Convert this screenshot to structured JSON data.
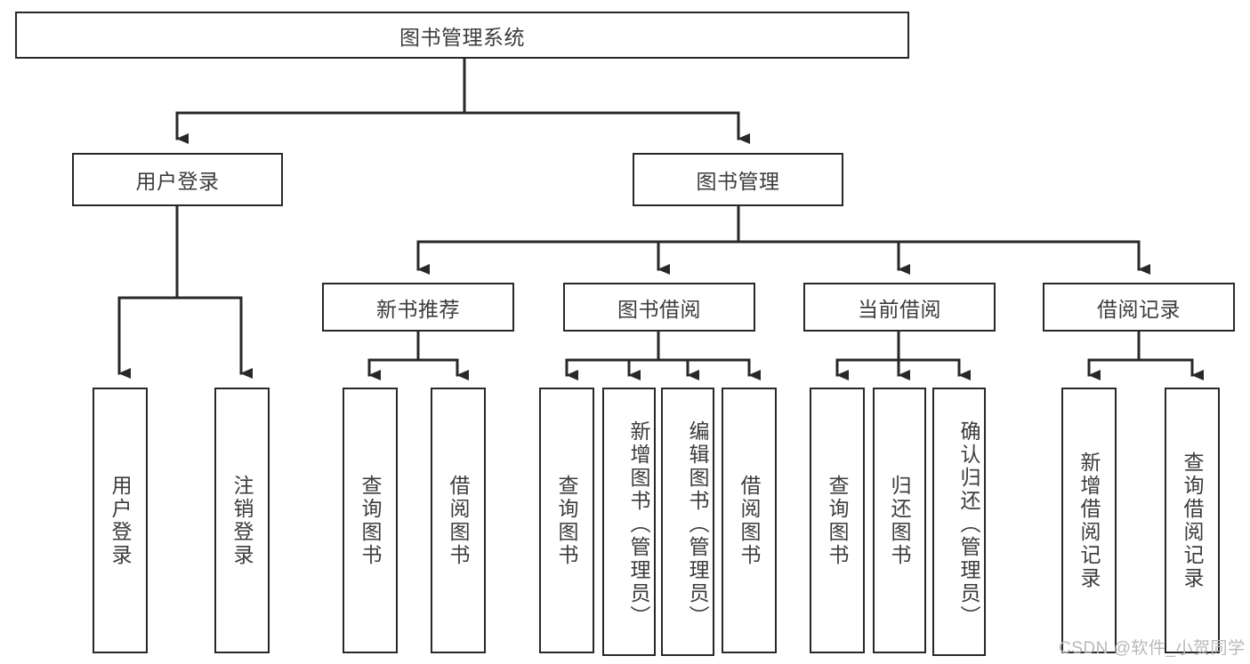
{
  "diagram": {
    "title": "图书管理系统",
    "type": "hierarchy-tree",
    "root": {
      "label": "图书管理系统",
      "name": "node-root-system"
    },
    "level1": [
      {
        "label": "用户登录",
        "name": "node-user-login"
      },
      {
        "label": "图书管理",
        "name": "node-book-management"
      }
    ],
    "level2": [
      {
        "label": "新书推荐",
        "name": "node-new-book-recommend"
      },
      {
        "label": "图书借阅",
        "name": "node-book-borrow"
      },
      {
        "label": "当前借阅",
        "name": "node-current-borrow"
      },
      {
        "label": "借阅记录",
        "name": "node-borrow-record"
      }
    ],
    "leaves_user_login": [
      {
        "label": "用户登录",
        "name": "leaf-user-login"
      },
      {
        "label": "注销登录",
        "name": "leaf-logout-login"
      }
    ],
    "leaves_new_book": [
      {
        "label": "查询图书",
        "name": "leaf-query-book-1"
      },
      {
        "label": "借阅图书",
        "name": "leaf-borrow-book-1"
      }
    ],
    "leaves_book_borrow": [
      {
        "label": "查询图书",
        "name": "leaf-query-book-2"
      },
      {
        "label": "新增图书（管理员）",
        "name": "leaf-add-book-admin"
      },
      {
        "label": "编辑图书（管理员）",
        "name": "leaf-edit-book-admin"
      },
      {
        "label": "借阅图书",
        "name": "leaf-borrow-book-2"
      }
    ],
    "leaves_current_borrow": [
      {
        "label": "查询图书",
        "name": "leaf-query-book-3"
      },
      {
        "label": "归还图书",
        "name": "leaf-return-book"
      },
      {
        "label": "确认归还（管理员）",
        "name": "leaf-confirm-return-admin"
      }
    ],
    "leaves_borrow_record": [
      {
        "label": "新增借阅记录",
        "name": "leaf-add-borrow-record"
      },
      {
        "label": "查询借阅记录",
        "name": "leaf-query-borrow-record"
      }
    ],
    "watermark": "CSDN @软件_小贺同学",
    "colors": {
      "stroke": "#282828",
      "text": "#3c3c3c",
      "background": "#ffffff",
      "watermark": "#b9b9b9"
    }
  }
}
